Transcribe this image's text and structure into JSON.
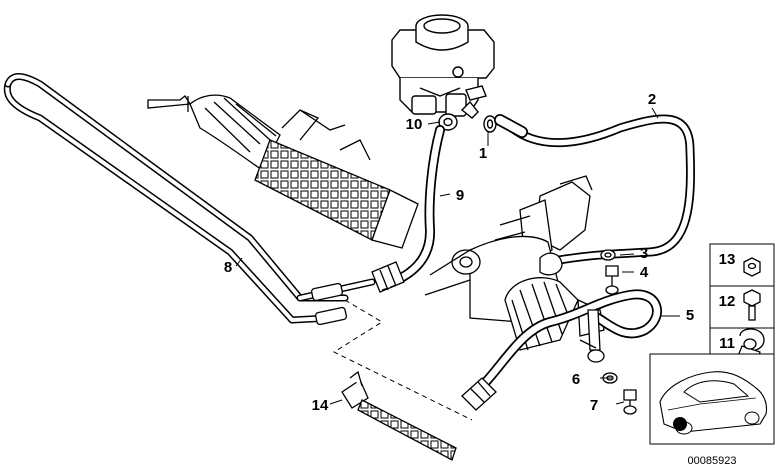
{
  "diagram": {
    "callouts": [
      "1",
      "2",
      "3",
      "4",
      "5",
      "6",
      "7",
      "8",
      "9",
      "10",
      "14"
    ],
    "legend": [
      "13",
      "12",
      "11"
    ],
    "reference": "00085923"
  }
}
